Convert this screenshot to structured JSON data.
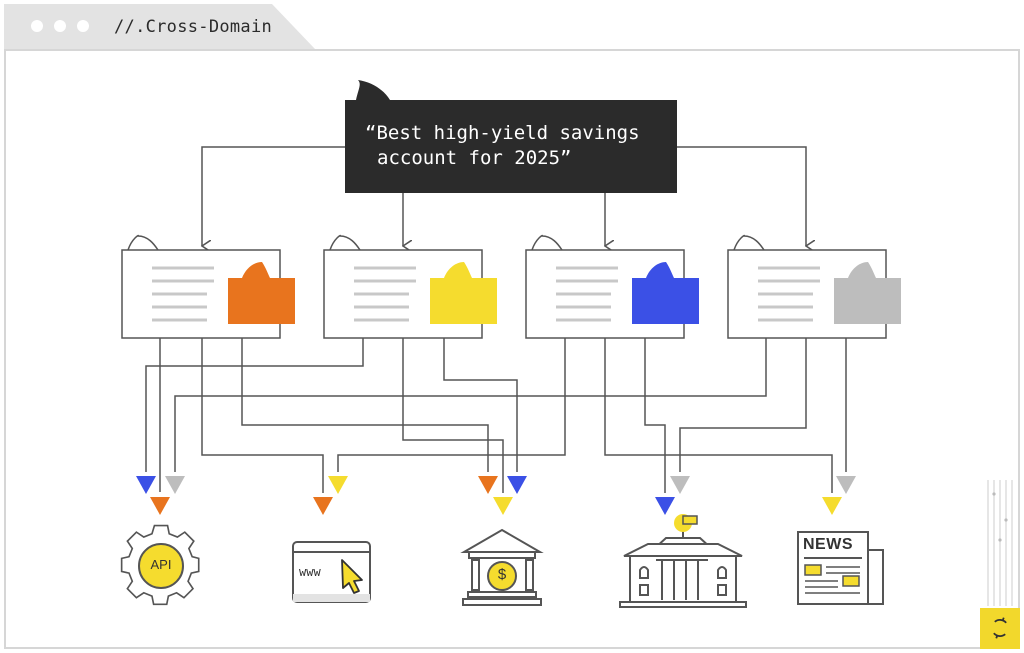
{
  "window": {
    "title": "//.Cross-Domain",
    "dots": [
      "dot-1",
      "dot-2",
      "dot-3"
    ]
  },
  "query": {
    "line1": "“Best high-yield savings",
    "line2": "account for 2025”"
  },
  "results": [
    {
      "name": "result-card-1",
      "accent": "#e8741e"
    },
    {
      "name": "result-card-2",
      "accent": "#f5dc2e"
    },
    {
      "name": "result-card-3",
      "accent": "#3b50e6"
    },
    {
      "name": "result-card-4",
      "accent": "#bdbdbd"
    }
  ],
  "destinations": [
    {
      "name": "api-destination",
      "icon": "api-gear-icon",
      "label": "API"
    },
    {
      "name": "website-destination",
      "icon": "browser-cursor-icon",
      "label": "www"
    },
    {
      "name": "bank-destination",
      "icon": "bank-dollar-icon",
      "label": "$"
    },
    {
      "name": "government-destination",
      "icon": "government-building-icon",
      "label": ""
    },
    {
      "name": "news-destination",
      "icon": "newspaper-icon",
      "label": "NEWS"
    }
  ],
  "colors": {
    "orange": "#e8741e",
    "yellow": "#f5dc2e",
    "blue": "#3b50e6",
    "gray": "#bdbdbd",
    "line": "#555555",
    "query_bg": "#2b2b2b",
    "tab_bg": "#e3e3e3"
  },
  "corner_button": {
    "icon": "refresh-cross-icon"
  }
}
